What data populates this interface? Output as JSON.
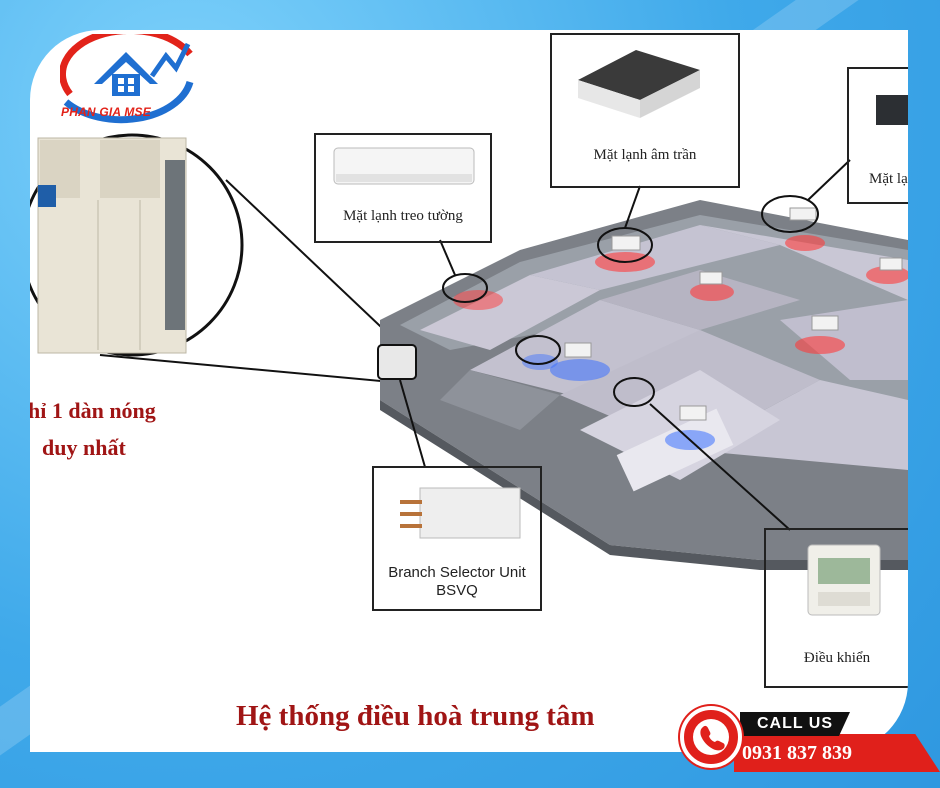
{
  "brand": {
    "name": "PHAN GIA MSE"
  },
  "callouts": {
    "wall_mounted": "Mặt lạnh treo tường",
    "ceiling_cassette": "Mặt lạnh âm trần",
    "ducted_partial": "Mặt lạ",
    "branch_selector_line1": "Branch Selector Unit",
    "branch_selector_line2": "BSVQ",
    "controller": "Điều khiển"
  },
  "outdoor_unit_text": {
    "line1": "hỉ 1 dàn nóng",
    "line2": "duy nhất"
  },
  "title": "Hệ thống điều hoà trung tâm",
  "contact": {
    "label": "CALL US",
    "phone": "0931 837 839"
  },
  "colors": {
    "brand_red": "#e0201b",
    "brand_blue": "#1f6fd1",
    "text_red": "#a01515",
    "background_blue": "#4fb6ef"
  }
}
